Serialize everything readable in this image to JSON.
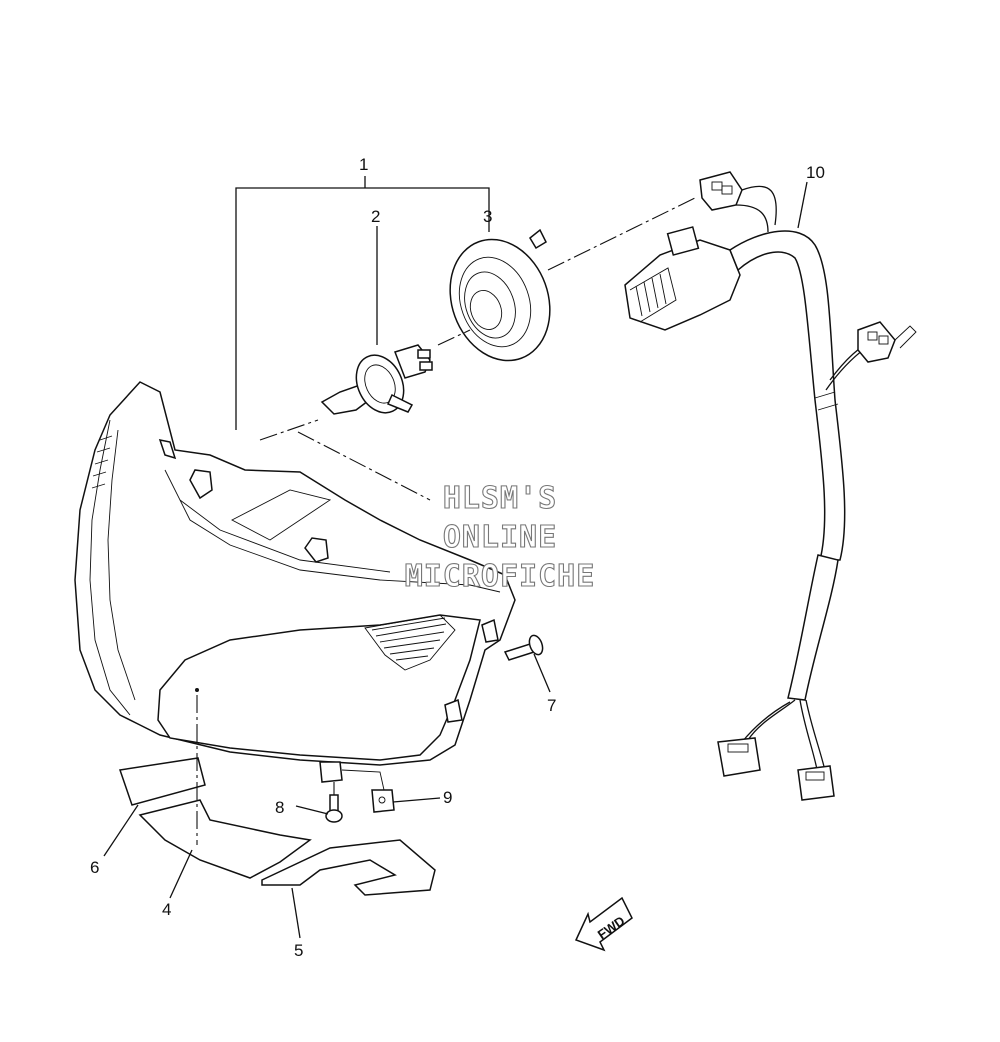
{
  "callouts": {
    "c1": "1",
    "c2": "2",
    "c3": "3",
    "c4": "4",
    "c5": "5",
    "c6": "6",
    "c7": "7",
    "c8": "8",
    "c9": "9",
    "c10": "10"
  },
  "watermark": {
    "line1": "HLSM'S",
    "line2": "ONLINE",
    "line3": "MICROFICHE"
  },
  "direction_arrow": {
    "label": "FWD"
  },
  "colors": {
    "line": "#111111",
    "background": "#ffffff",
    "watermark_outline": "#777777"
  }
}
